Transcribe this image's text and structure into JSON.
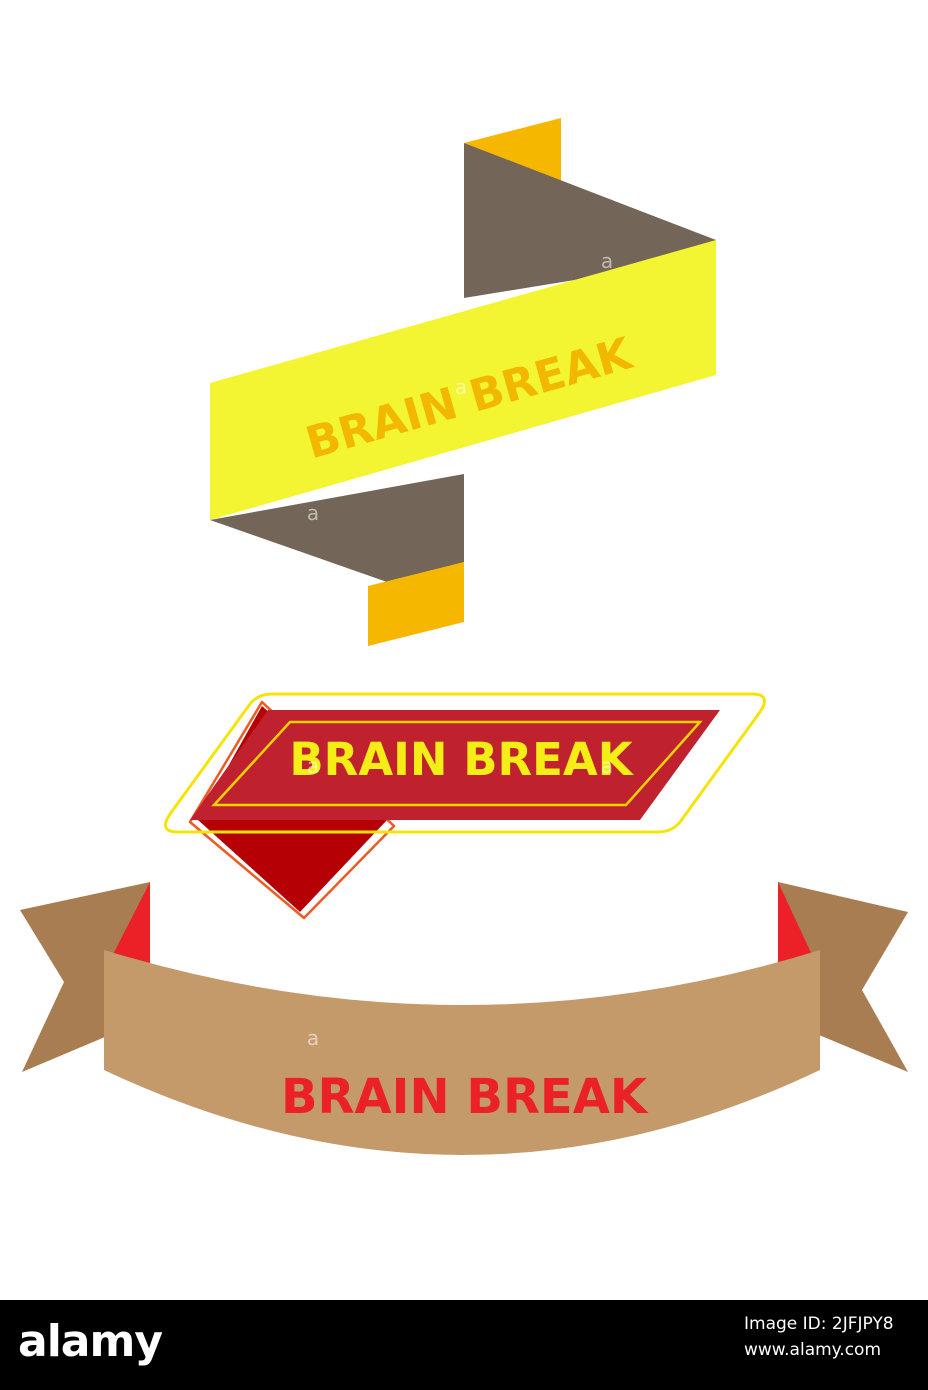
{
  "banners": {
    "yellow_folded": {
      "text": "BRAIN BREAK",
      "colors": {
        "band": "#f3f532",
        "fold": "#736658",
        "tip": "#f6b700",
        "text": "#f2b800"
      }
    },
    "red_tag": {
      "text": "BRAIN BREAK",
      "colors": {
        "band": "#c0212e",
        "shadow": "#b50006",
        "outline": "#f4e40a",
        "inner_line": "#f5d300",
        "flap_line": "#f05a22",
        "text": "#f4ee16"
      }
    },
    "tan_ribbon": {
      "text": "BRAIN BREAK",
      "colors": {
        "band": "#c59a6b",
        "tail": "#a87d52",
        "fold": "#ec2027",
        "text": "#ea2227"
      }
    }
  },
  "watermark": {
    "glyph": "a"
  },
  "footer": {
    "logo": "alamy",
    "image_id": "Image ID: 2JFJPY8",
    "url": "www.alamy.com"
  }
}
